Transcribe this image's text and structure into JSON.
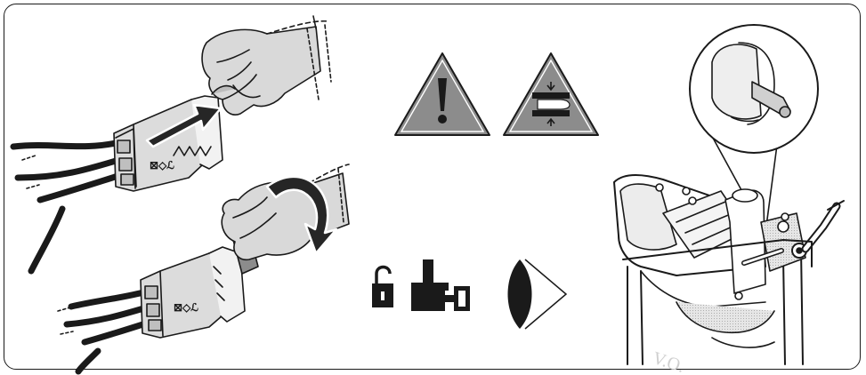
{
  "figure": {
    "panels": [
      {
        "name": "connector-plugging",
        "icon": "plug-connector-push-icon"
      },
      {
        "name": "connector-locking",
        "icon": "plug-connector-rotate-icon"
      },
      {
        "name": "warning-symbols",
        "icons": [
          "general-warning-icon",
          "hand-crush-warning-icon"
        ]
      },
      {
        "name": "action-symbols",
        "icons": [
          "unlock-padlock-icon",
          "coupling-jaw-icon",
          "visual-check-eye-icon"
        ]
      },
      {
        "name": "coupling-view",
        "icon": "fifth-wheel-coupling-icon"
      }
    ],
    "colors": {
      "line": "#1a1a1a",
      "warning_fill": "#8c8c8c",
      "glove_fill": "#d9d9d9",
      "connector_fill": "#bfbfbf",
      "arrow_fill": "#262626"
    },
    "coupling_label": "V.O."
  }
}
